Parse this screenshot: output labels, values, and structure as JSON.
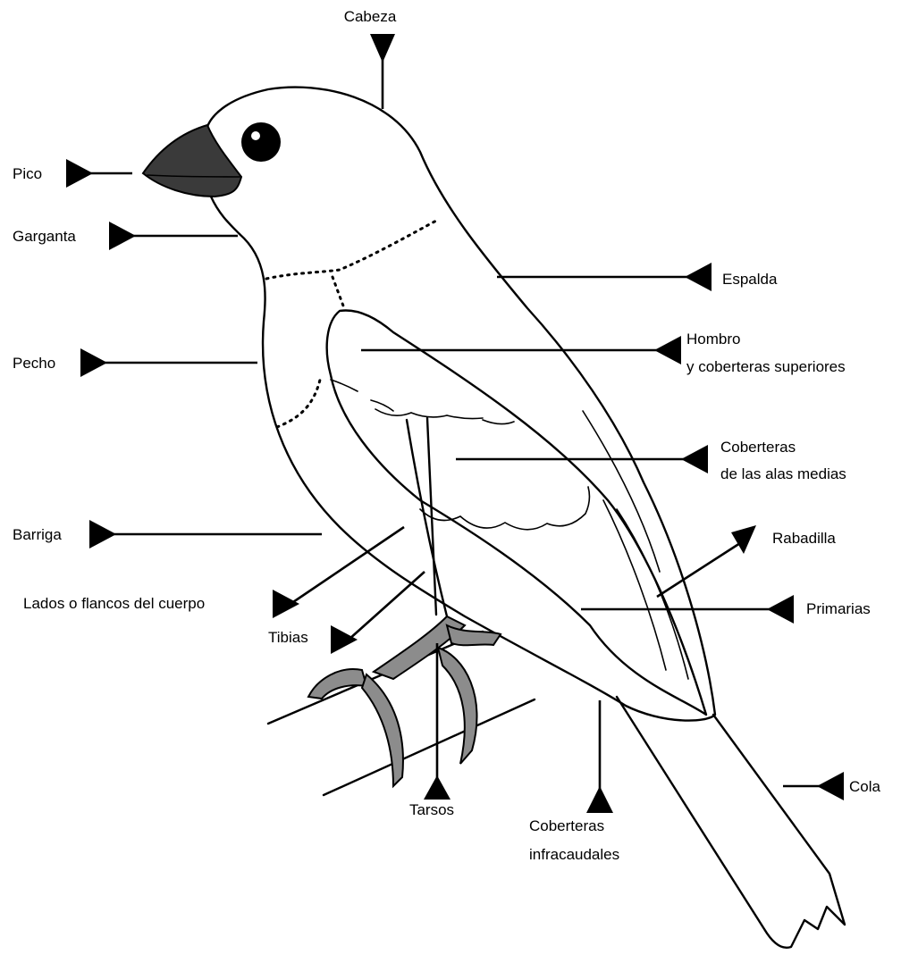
{
  "labels": {
    "cabeza": "Cabeza",
    "pico": "Pico",
    "garganta": "Garganta",
    "pecho": "Pecho",
    "barriga": "Barriga",
    "lados_flancos": "Lados o flancos del cuerpo",
    "tibias": "Tibias",
    "tarsos": "Tarsos",
    "coberteras_infracaudales_1": "Coberteras",
    "coberteras_infracaudales_2": "infracaudales",
    "cola": "Cola",
    "primarias": "Primarias",
    "rabadilla": "Rabadilla",
    "coberteras_alas_1": "Coberteras",
    "coberteras_alas_2": "de las alas medias",
    "hombro_1": "Hombro",
    "hombro_2": "y coberteras superiores",
    "espalda": "Espalda"
  },
  "colors": {
    "ink": "#000000",
    "background": "#ffffff",
    "beak": "#3a3a3a",
    "feet": "#8c8c8c"
  }
}
